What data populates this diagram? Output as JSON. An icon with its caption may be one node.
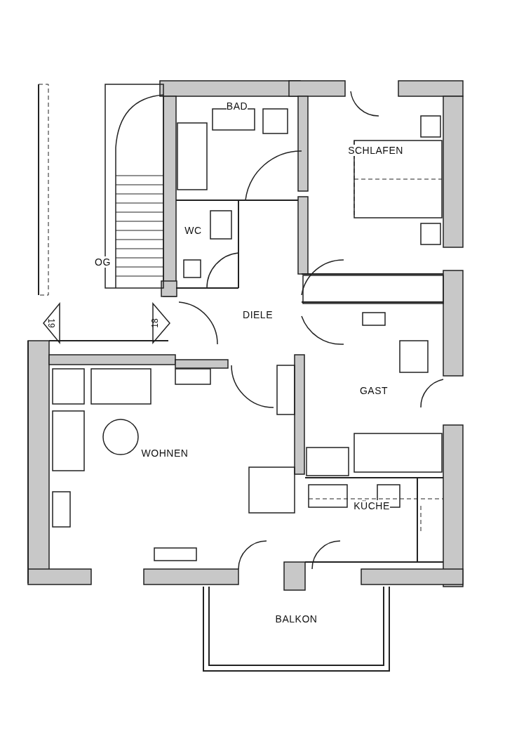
{
  "diagram": {
    "nodes": [
      {
        "text": [
          "BAD"
        ]
      },
      {
        "text": [
          "SCHLAFEN"
        ]
      },
      {
        "text": [
          "WC"
        ]
      },
      {
        "text": [
          "OG"
        ]
      },
      {
        "text": [
          "DIELE"
        ]
      },
      {
        "text": [
          "GAST"
        ]
      },
      {
        "text": [
          "WOHNEN"
        ]
      },
      {
        "text": [
          "KÜCHE"
        ]
      },
      {
        "text": [
          "BALKON"
        ]
      }
    ],
    "labels": [
      "19",
      "18"
    ]
  }
}
